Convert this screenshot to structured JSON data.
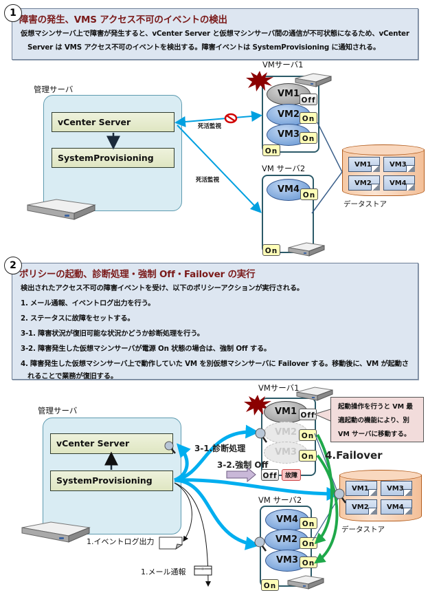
{
  "step1": {
    "number": "1",
    "title": "障害の発生、VMS アクセス不可のイベントの検出",
    "lines": [
      "仮想マシンサーバ上で障害が発生すると、vCenter Server と仮想マシンサーバ間の通信が不可状態になるため、vCenter",
      "Server は VMS アクセス不可のイベントを検出する。障害イベントは SystemProvisioning に通知される。"
    ],
    "diagram": {
      "mgmt_server_label": "管理サーバ",
      "vcenter_label": "vCenter Server",
      "sysprov_label": "SystemProvisioning",
      "heartbeat_label_1": "死活監視",
      "heartbeat_label_2": "死活監視",
      "vm_server_1": {
        "label": "VMサーバ1",
        "power": "On",
        "vms": [
          {
            "name": "VM1",
            "state": "Off"
          },
          {
            "name": "VM2",
            "state": "On"
          },
          {
            "name": "VM3",
            "state": "On"
          }
        ]
      },
      "vm_server_2": {
        "label": "VM サーバ2",
        "power": "On",
        "vms": [
          {
            "name": "VM4",
            "state": "On"
          }
        ]
      },
      "datastore": {
        "label": "データストア",
        "items": [
          "VM1",
          "VM3",
          "VM2",
          "VM4"
        ]
      }
    }
  },
  "step2": {
    "number": "2",
    "title": "ポリシーの起動、診断処理・強制 Off・Failover の実行",
    "lines": [
      "検出されたアクセス不可の障害イベントを受け、以下のポリシーアクションが実行される。",
      "1. メール通報、イベントログ出力を行う。",
      "2. ステータスに故障をセットする。",
      "3-1. 障害状況が復旧可能な状況かどうか診断処理を行う。",
      "3-2. 障害発生した仮想マシンサーバが電源 On 状態の場合は、強制 Off する。",
      "4. 障害発生した仮想マシンサーバ上で動作していた VM を別仮想マシンサーバに Failover する。移動後に、VM が起動さ",
      "れることで業務が復旧する。"
    ],
    "diagram": {
      "mgmt_server_label": "管理サーバ",
      "vcenter_label": "vCenter Server",
      "sysprov_label": "SystemProvisioning",
      "diag_label": "3-1.診断処理",
      "force_off_label": "3-2.強制 Off",
      "failover_label": "4.Failover",
      "eventlog_label": "1.イベントログ出力",
      "mail_label": "1.メール通報",
      "callout_lines": [
        "起動操作を行うと VM 最",
        "適起動の機能により、別",
        "VM サーバに移動する。"
      ],
      "vm_server_1": {
        "label": "VMサーバ1",
        "power": "Off",
        "status": "故障",
        "vms": [
          {
            "name": "VM1",
            "state": "Off"
          },
          {
            "name": "VM2",
            "state": "On"
          },
          {
            "name": "VM3",
            "state": "On"
          }
        ]
      },
      "vm_server_2": {
        "label": "VM サーバ2",
        "power": "On",
        "vms": [
          {
            "name": "VM4",
            "state": "On"
          },
          {
            "name": "VM2",
            "state": "On"
          },
          {
            "name": "VM3",
            "state": "On"
          }
        ]
      },
      "datastore": {
        "label": "データストア",
        "items": [
          "VM1",
          "VM3",
          "VM2",
          "VM4"
        ]
      }
    }
  }
}
